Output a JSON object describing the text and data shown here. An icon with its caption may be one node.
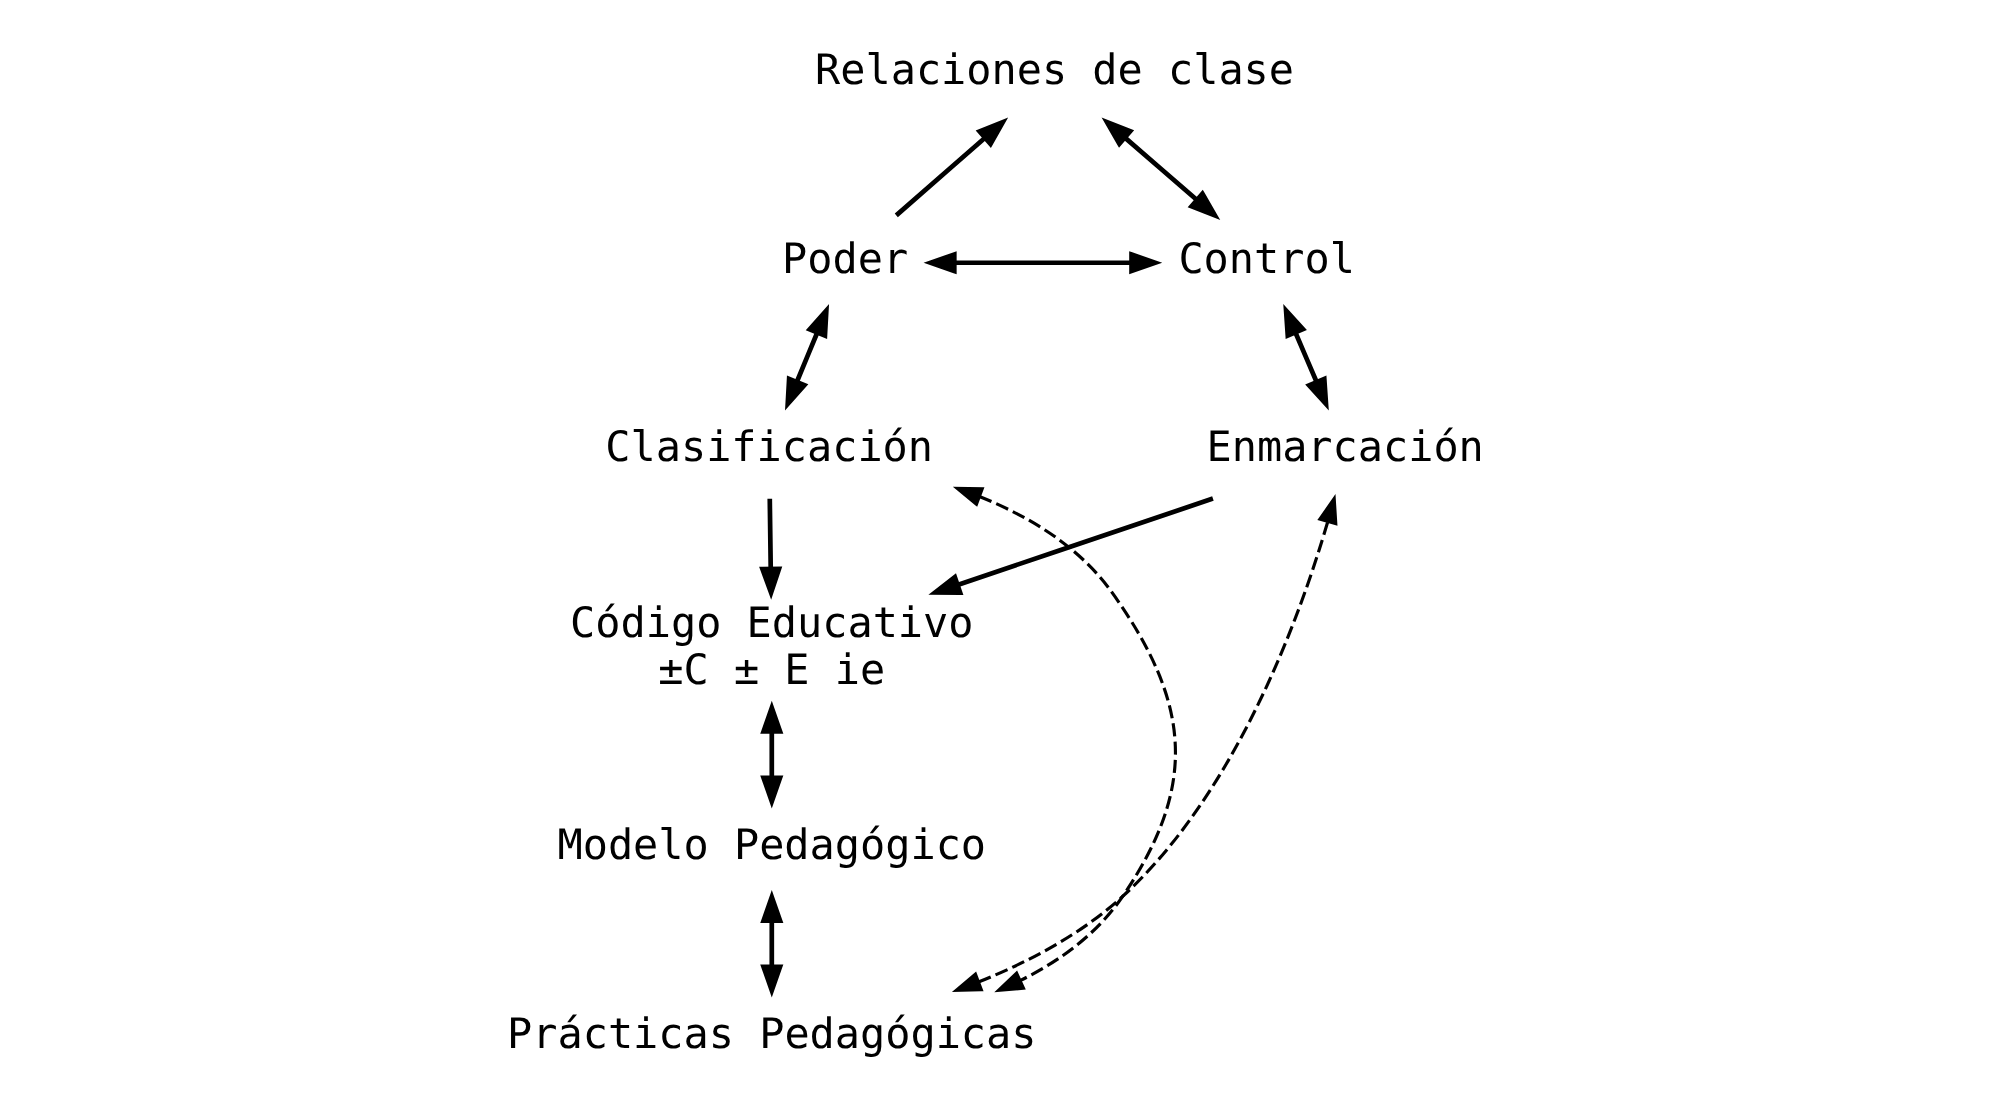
{
  "diagram": {
    "nodes": [
      {
        "text": [
          "Relaciones de clase"
        ]
      },
      {
        "text": [
          "Poder"
        ]
      },
      {
        "text": [
          "Control"
        ]
      },
      {
        "text": [
          "Clasificación"
        ]
      },
      {
        "text": [
          "Enmarcación"
        ]
      },
      {
        "text": [
          "Código Educativo",
          "±C ± E ie"
        ]
      },
      {
        "text": [
          "Modelo Pedagógico"
        ]
      },
      {
        "text": [
          "Prácticas Pedagógicas"
        ]
      }
    ],
    "edges": [
      {
        "from": 1,
        "to": 0,
        "arrow": "to"
      },
      {
        "from": 0,
        "to": 2,
        "arrow": "both"
      },
      {
        "from": 1,
        "to": 2,
        "arrow": "both"
      },
      {
        "from": 1,
        "to": 3,
        "arrow": "both"
      },
      {
        "from": 2,
        "to": 4,
        "arrow": "both"
      },
      {
        "from": 3,
        "to": 5,
        "arrow": "to"
      },
      {
        "from": 4,
        "to": 5,
        "arrow": "to"
      },
      {
        "from": 5,
        "to": 6,
        "arrow": "both"
      },
      {
        "from": 6,
        "to": 7,
        "arrow": "both"
      },
      {
        "from": 3,
        "to": 7,
        "arrow": "both",
        "style": "dashed"
      },
      {
        "from": 4,
        "to": 7,
        "arrow": "both",
        "style": "dashed"
      }
    ]
  }
}
